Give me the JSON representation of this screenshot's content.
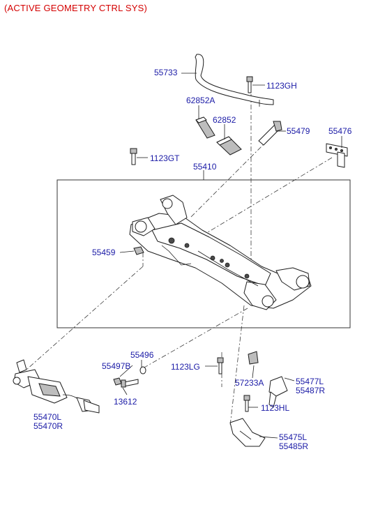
{
  "title": "(ACTIVE GEOMETRY CTRL SYS)",
  "labels": {
    "p55733": "55733",
    "p1123GH": "1123GH",
    "p62852A": "62852A",
    "p62852": "62852",
    "p55479": "55479",
    "p55476": "55476",
    "p1123GT": "1123GT",
    "p55410": "55410",
    "p55459": "55459",
    "p55496": "55496",
    "p55497B": "55497B",
    "p1123LG": "1123LG",
    "p57233A": "57233A",
    "p55477L": "55477L",
    "p55487R": "55487R",
    "p13612": "13612",
    "p1123HL": "1123HL",
    "p55470L": "55470L",
    "p55470R": "55470R",
    "p55475L": "55475L",
    "p55485R": "55485R"
  },
  "colors": {
    "title": "#d40000",
    "labels": "#1a1aa6",
    "lines": "#1d1d1d"
  }
}
